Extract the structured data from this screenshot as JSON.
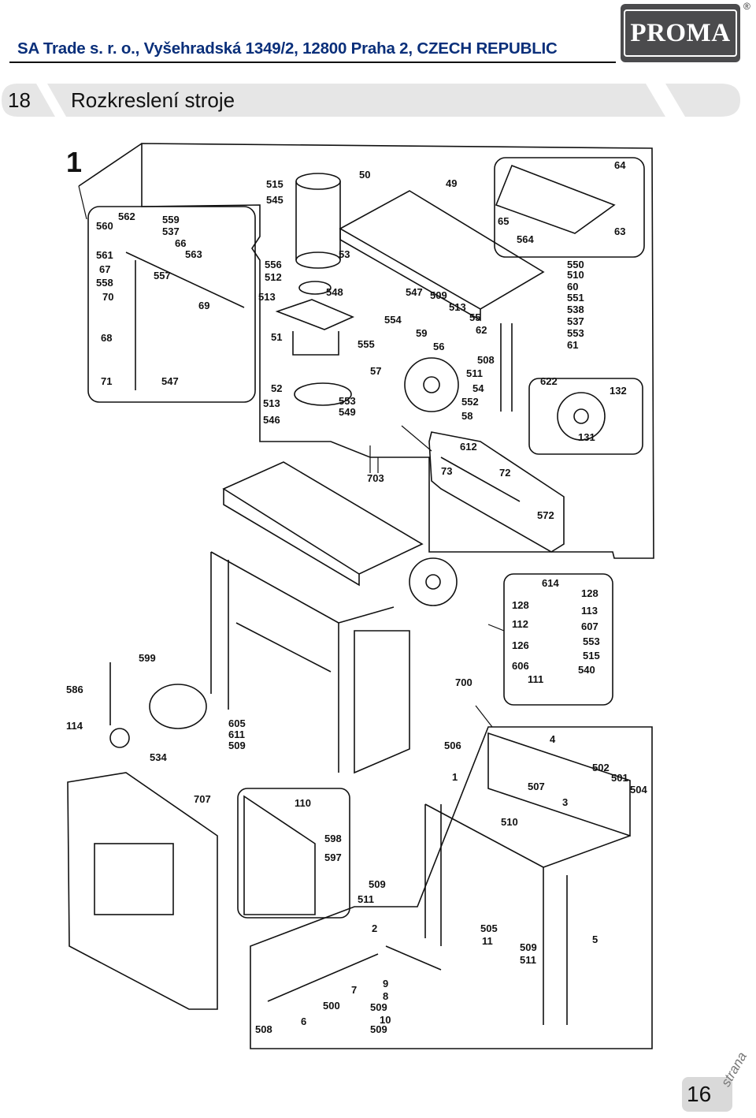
{
  "header": {
    "company_line": "SA Trade s. r. o., Vyšehradská 1349/2, 12800 Praha 2, CZECH REPUBLIC",
    "logo_text": "PROMA",
    "registered_mark": "®"
  },
  "section": {
    "number": "18",
    "title": "Rozkreslení stroje"
  },
  "figure": {
    "number": "1",
    "part_labels": [
      "515",
      "545",
      "50",
      "49",
      "64",
      "562",
      "559",
      "537",
      "560",
      "66",
      "563",
      "561",
      "67",
      "558",
      "557",
      "70",
      "69",
      "68",
      "71",
      "547",
      "556",
      "512",
      "513",
      "51",
      "52",
      "513",
      "546",
      "53",
      "548",
      "555",
      "57",
      "553",
      "549",
      "547",
      "509",
      "554",
      "513",
      "59",
      "56",
      "55",
      "62",
      "508",
      "511",
      "54",
      "552",
      "58",
      "550",
      "510",
      "60",
      "551",
      "538",
      "537",
      "553",
      "61",
      "65",
      "564",
      "63",
      "622",
      "132",
      "131",
      "612",
      "73",
      "72",
      "572",
      "703",
      "614",
      "128",
      "128",
      "113",
      "112",
      "607",
      "126",
      "553",
      "606",
      "515",
      "540",
      "111",
      "599",
      "586",
      "114",
      "534",
      "605",
      "611",
      "509",
      "700",
      "506",
      "4",
      "502",
      "501",
      "504",
      "1",
      "507",
      "3",
      "510",
      "707",
      "110",
      "598",
      "597",
      "509",
      "511",
      "2",
      "505",
      "11",
      "509",
      "511",
      "5",
      "7",
      "500",
      "9",
      "8",
      "509",
      "10",
      "509",
      "508",
      "6"
    ]
  },
  "footer": {
    "page_number": "16",
    "page_word": "strana"
  },
  "colors": {
    "company_text": "#0a2f7a",
    "logo_bg": "#4b4b4d",
    "section_bar": "#e6e6e6"
  }
}
